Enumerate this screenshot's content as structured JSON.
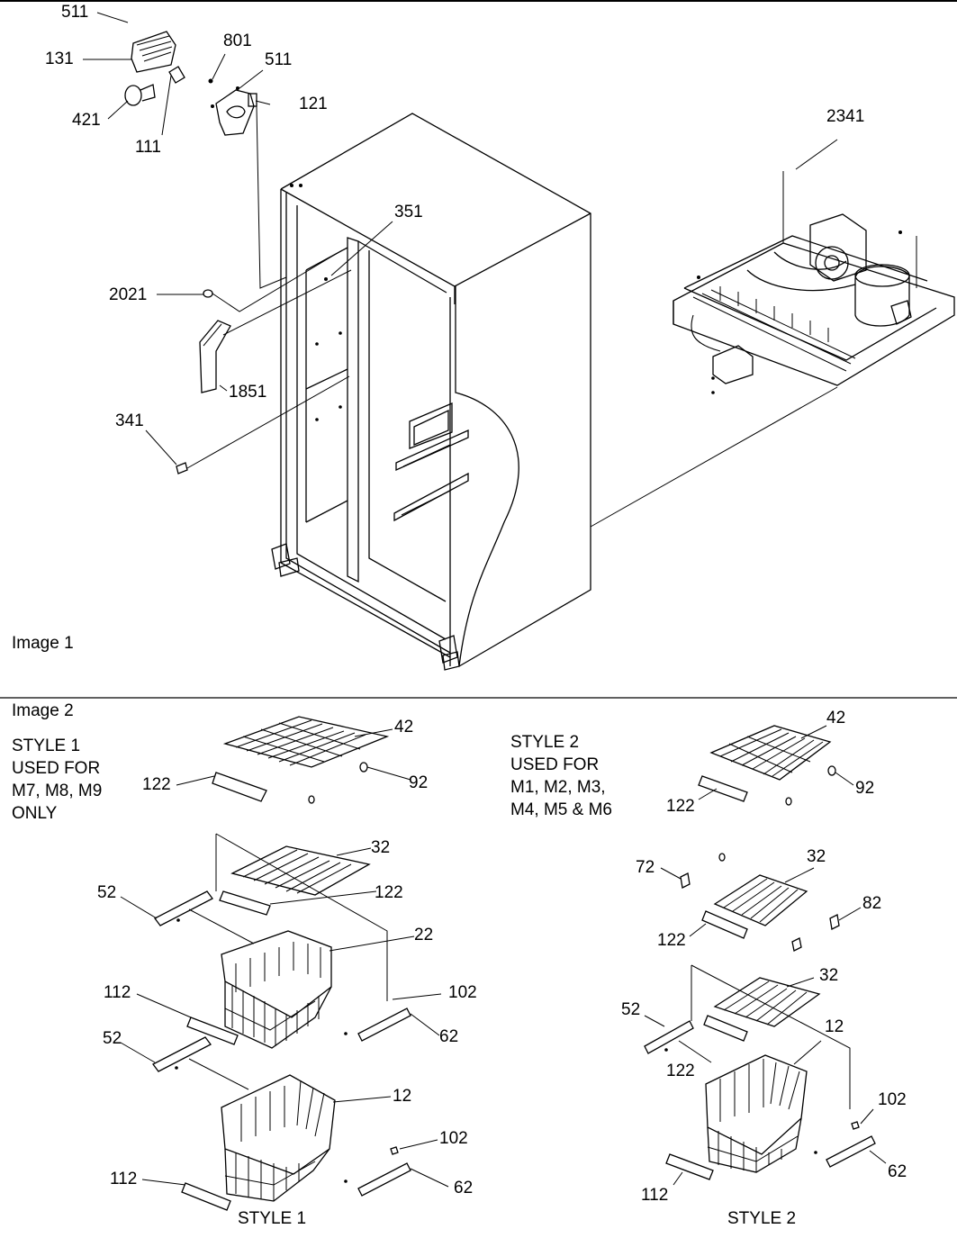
{
  "image1": {
    "title": "Image 1",
    "callouts": {
      "c511a": "511",
      "c131": "131",
      "c801": "801",
      "c511b": "511",
      "c421": "421",
      "c121": "121",
      "c111": "111",
      "c2341": "2341",
      "c351": "351",
      "c2021": "2021",
      "c1851": "1851",
      "c341": "341"
    }
  },
  "image2": {
    "title": "Image 2",
    "style1": {
      "note": "STYLE 1\nUSED FOR\nM7, M8, M9\nONLY",
      "caption": "STYLE 1",
      "callouts": {
        "c42": "42",
        "c92": "92",
        "c122a": "122",
        "c32": "32",
        "c122b": "122",
        "c52a": "52",
        "c22": "22",
        "c112a": "112",
        "c102a": "102",
        "c62a": "62",
        "c52b": "52",
        "c12": "12",
        "c102b": "102",
        "c112b": "112",
        "c62b": "62"
      }
    },
    "style2": {
      "note": "STYLE 2\nUSED FOR\nM1, M2, M3,\nM4, M5 & M6",
      "caption": "STYLE 2",
      "callouts": {
        "c42": "42",
        "c92": "92",
        "c122a": "122",
        "c72": "72",
        "c32a": "32",
        "c82": "82",
        "c122b": "122",
        "c32b": "32",
        "c52": "52",
        "c12": "12",
        "c122c": "122",
        "c102": "102",
        "c62": "62",
        "c112": "112"
      }
    }
  }
}
